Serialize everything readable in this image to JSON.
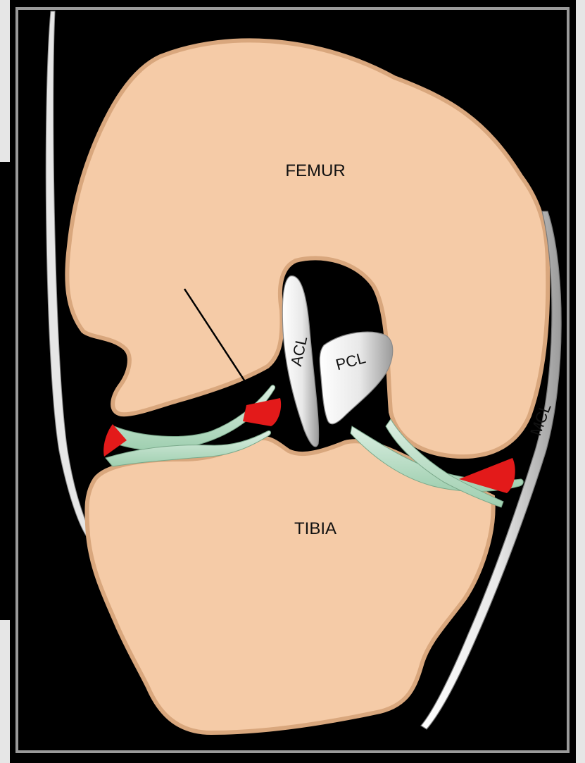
{
  "labels": {
    "femur": "FEMUR",
    "tibia": "TIBIA",
    "acl": "ACL",
    "pcl": "PCL",
    "mcl": "MCL"
  },
  "colors": {
    "background": "#000000",
    "bone": "#f5cba7",
    "bone_edge": "#d9a77d",
    "ligament": "#e6e6e6",
    "meniscus": "#b9dcc4",
    "tear_red": "#e31a1a",
    "frame_border": "#9a9a9a",
    "side_strip": "#d9d9d9"
  }
}
